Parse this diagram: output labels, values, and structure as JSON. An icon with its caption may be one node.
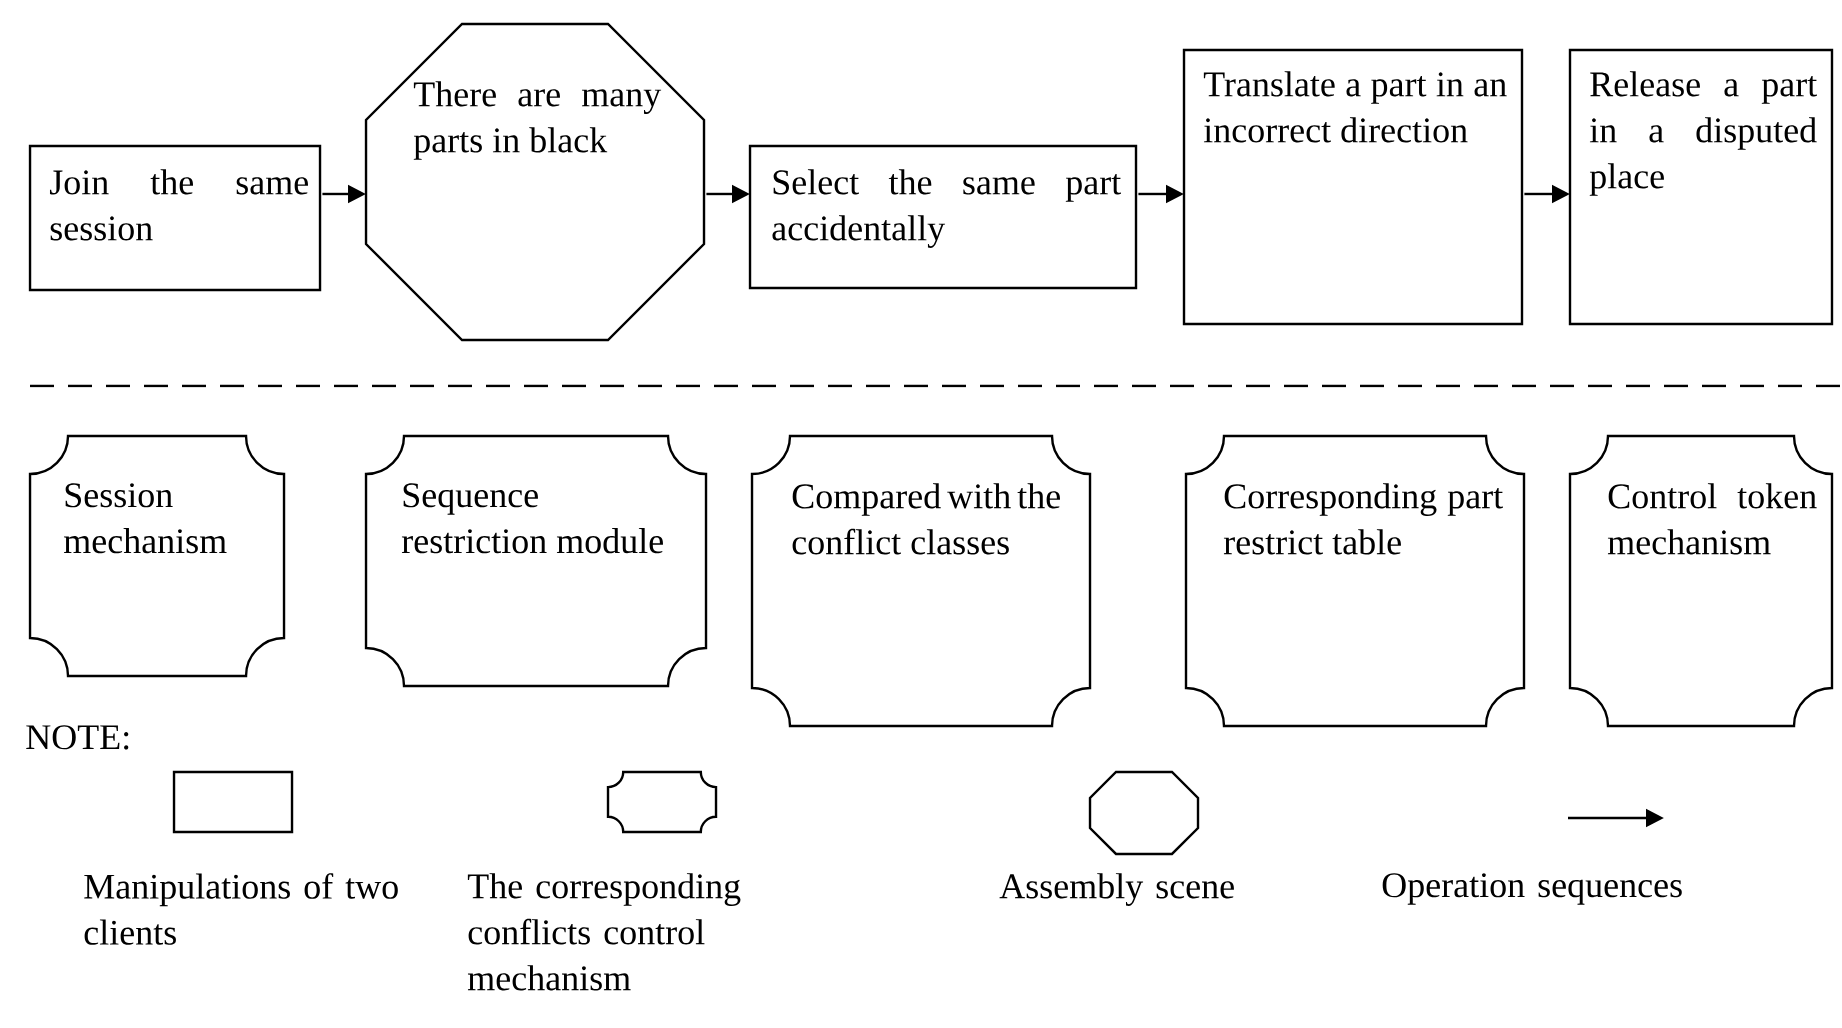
{
  "diagram": {
    "nodes": [
      {
        "text": [
          "Join the same session"
        ]
      },
      {
        "text": [
          "There are many parts in black"
        ]
      },
      {
        "text": [
          "Select the same part accidentally"
        ]
      },
      {
        "text": [
          "Translate a part in an incorrect direction"
        ]
      },
      {
        "text": [
          "Release a part in a disputed place"
        ]
      },
      {
        "text": [
          "Session mechanism"
        ]
      },
      {
        "text": [
          "Sequence restriction module"
        ]
      },
      {
        "text": [
          "Compared with the conflict classes"
        ]
      },
      {
        "text": [
          "Corresponding part restrict table"
        ]
      },
      {
        "text": [
          "Control token mechanism"
        ]
      }
    ],
    "edges": [
      {
        "from": 0,
        "to": 1,
        "arrow": "to"
      },
      {
        "from": 1,
        "to": 2,
        "arrow": "to"
      },
      {
        "from": 2,
        "to": 3,
        "arrow": "to"
      },
      {
        "from": 3,
        "to": 4,
        "arrow": "to"
      }
    ],
    "labels": [
      "NOTE:"
    ],
    "legend": [
      {
        "text": "Manipulations of two clients"
      },
      {
        "text": "The corresponding conflicts control mechanism"
      },
      {
        "text": "Assembly scene"
      },
      {
        "text": "Operation sequences"
      }
    ]
  }
}
